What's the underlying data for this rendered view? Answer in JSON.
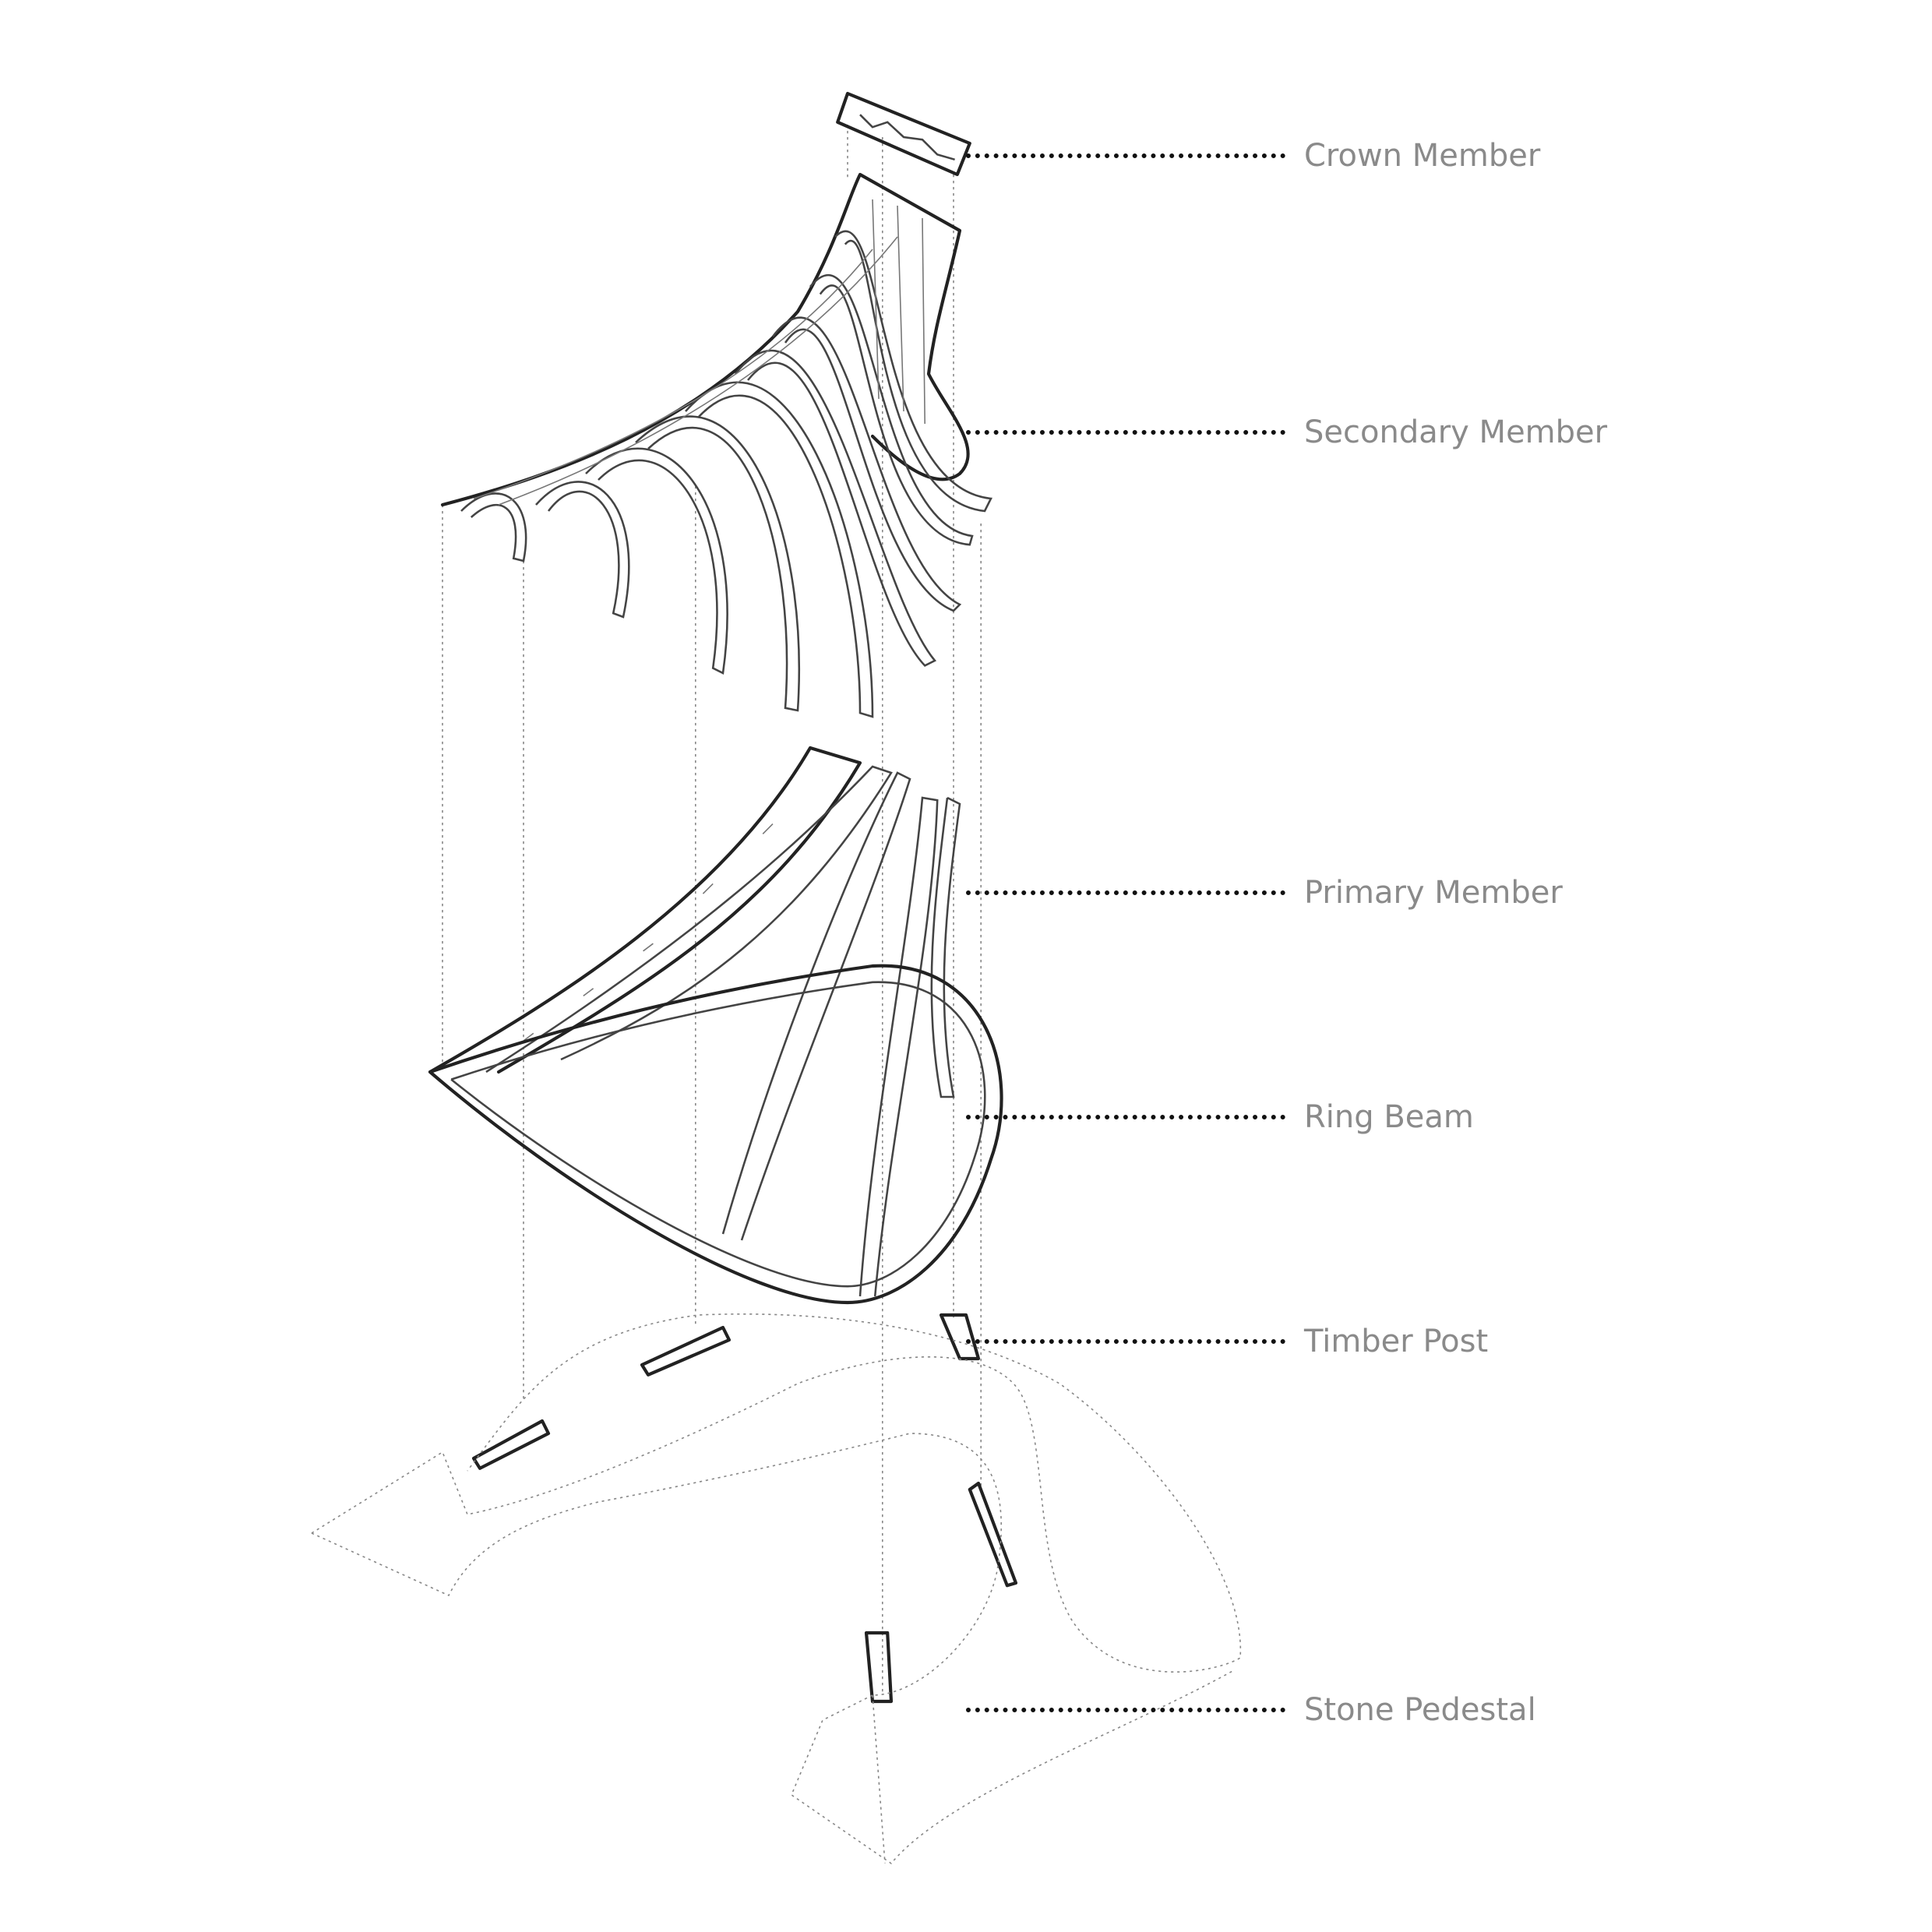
{
  "labels": {
    "crown": "Crown Member",
    "secondary": "Secondary Member",
    "primary": "Primary Member",
    "ring": "Ring Beam",
    "post": "Timber Post",
    "pedestal": "Stone Pedestal"
  },
  "colors": {
    "label": "#8a8a8a",
    "line": "#222222",
    "background": "#ffffff"
  }
}
